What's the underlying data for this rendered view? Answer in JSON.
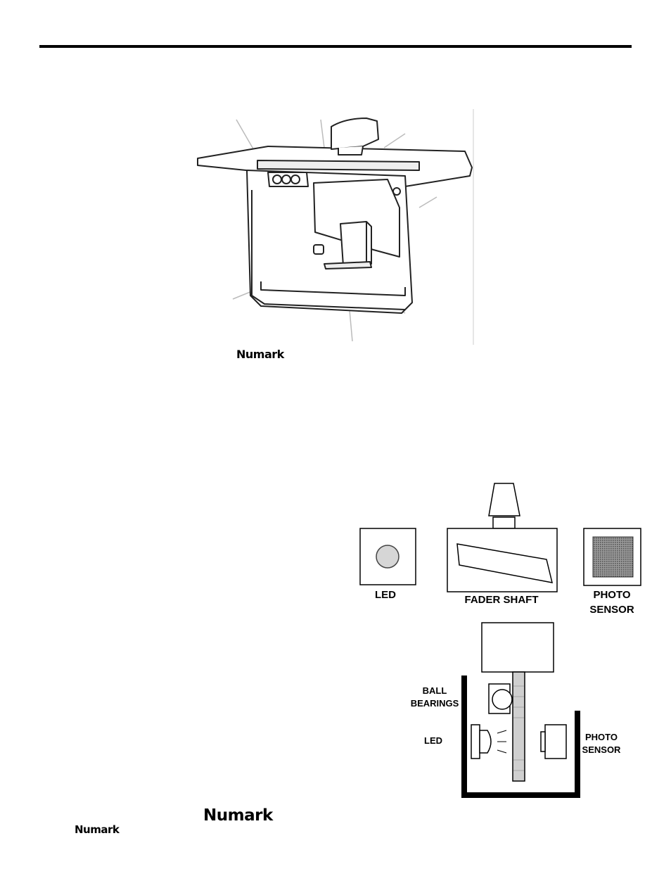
{
  "brand": {
    "logo_small": "Numark",
    "logo_large": "Numark",
    "logo_footer": "Numark"
  },
  "top_diagram": {
    "led_label": "LED",
    "fader_label": "FADER SHAFT",
    "photo_line1": "PHOTO",
    "photo_line2": "SENSOR"
  },
  "side_diagram": {
    "ball_line1": "BALL",
    "ball_line2": "BEARINGS",
    "led_label": "LED",
    "photo_line1": "PHOTO",
    "photo_line2": "SENSOR"
  }
}
